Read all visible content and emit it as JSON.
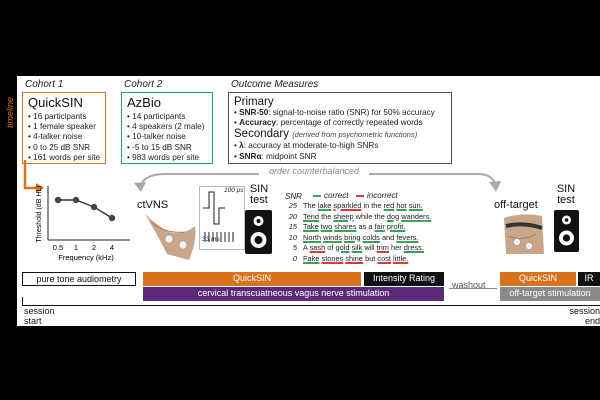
{
  "cohort1": {
    "header": "Cohort 1",
    "title": "QuickSIN",
    "items": [
      "16 participants",
      "1 female speaker",
      "4-talker noise",
      "0 to 25 dB SNR",
      "161 words per site"
    ]
  },
  "cohort2": {
    "header": "Cohort 2",
    "title": "AzBio",
    "items": [
      "14 participants",
      "4 speakers (2 male)",
      "10-talker noise",
      "-5 to 15 dB SNR",
      "983 words per site"
    ]
  },
  "outcome": {
    "header": "Outcome Measures",
    "primary_title": "Primary",
    "primary_items": [
      {
        "term": "SNR-50",
        "desc": ": signal-to-noise ratio (SNR) for 50% accuracy"
      },
      {
        "term": "Accuracy",
        "desc": ": percentage of correctly repeated words"
      }
    ],
    "secondary_title": "Secondary",
    "secondary_note": "(derived from psychometric functions)",
    "secondary_items": [
      {
        "term": "λ",
        "desc": ": accuracy at moderate-to-high SNRs"
      },
      {
        "term": "SNRα",
        "desc": ": midpoint SNR"
      }
    ]
  },
  "timeline_label": "timeline",
  "order_label": "order counterbalanced",
  "audiogram": {
    "y_label": "Threshold (dB HL)",
    "x_label": "Frequency (kHz)",
    "x_ticks": [
      "0.5",
      "1",
      "2",
      "4"
    ]
  },
  "ctvns": {
    "label": "ctVNS",
    "pulse_width": "100 μs",
    "train_duration": "33 ms"
  },
  "sin_test_label_1": "SIN",
  "sin_test_label_2": "test",
  "snr_header": "SNR",
  "legend": {
    "correct": "correct",
    "incorrect": "incorrect",
    "correct_color": "#3aa35b",
    "incorrect_color": "#d63a3a"
  },
  "sentences": [
    {
      "snr": "25",
      "words": [
        [
          "The",
          ""
        ],
        [
          "lake",
          "g"
        ],
        [
          "sparkled",
          "r"
        ],
        [
          "in the",
          ""
        ],
        [
          "red",
          "g"
        ],
        [
          "hot",
          "g"
        ],
        [
          "sun.",
          "g"
        ]
      ]
    },
    {
      "snr": "20",
      "words": [
        [
          "Tend",
          "g"
        ],
        [
          "the",
          ""
        ],
        [
          "sheep",
          "g"
        ],
        [
          "while the",
          ""
        ],
        [
          "dog",
          "g"
        ],
        [
          "wanders.",
          "g"
        ]
      ]
    },
    {
      "snr": "15",
      "words": [
        [
          "Take",
          "g"
        ],
        [
          "two",
          "g"
        ],
        [
          "shares",
          "g"
        ],
        [
          "as a",
          ""
        ],
        [
          "fair",
          "g"
        ],
        [
          "profit.",
          "g"
        ]
      ]
    },
    {
      "snr": "10",
      "words": [
        [
          "North",
          "g"
        ],
        [
          "winds",
          "g"
        ],
        [
          "bring",
          "g"
        ],
        [
          "colds",
          "g"
        ],
        [
          "and",
          ""
        ],
        [
          "fevers.",
          "g"
        ]
      ]
    },
    {
      "snr": "5",
      "words": [
        [
          "A",
          ""
        ],
        [
          "sash",
          "r"
        ],
        [
          "of",
          ""
        ],
        [
          "gold",
          "g"
        ],
        [
          "silk",
          "g"
        ],
        [
          "will",
          ""
        ],
        [
          "trim",
          "r"
        ],
        [
          "her",
          ""
        ],
        [
          "dress.",
          "g"
        ]
      ]
    },
    {
      "snr": "0",
      "words": [
        [
          "Fake",
          "g"
        ],
        [
          "stones",
          "r"
        ],
        [
          "shine",
          "r"
        ],
        [
          "but",
          ""
        ],
        [
          "cost",
          "r"
        ],
        [
          "little.",
          "r"
        ]
      ]
    }
  ],
  "off_target_label": "off-target",
  "bars": {
    "pure_tone": "pure tone audiometry",
    "quicksin_1": "QuickSIN",
    "intensity": "Intensity Rating",
    "ctvns_bar": "cervical transcuatneous vagus nerve stimulation",
    "washout": "washout",
    "quicksin_2": "QuickSIN",
    "ir": "IR",
    "off_target_stim": "off-target stimulation"
  },
  "session_start": [
    "session",
    "start"
  ],
  "session_end": [
    "session",
    "end"
  ],
  "colors": {
    "orange": "#d9721c",
    "green": "#2e9c6a",
    "purple": "#5b2b7a",
    "gray": "#8a8a8a",
    "black": "#111111"
  }
}
